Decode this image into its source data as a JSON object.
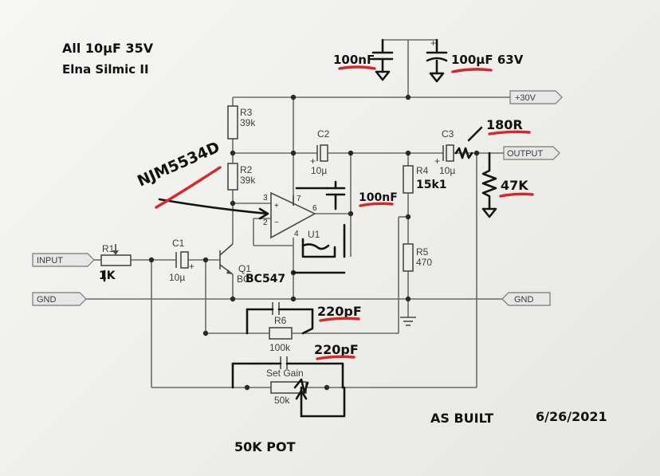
{
  "notes": {
    "caps_line1": "All 10µF 35V",
    "caps_line2": "Elna Silmic II",
    "as_built": "AS BUILT",
    "date": "6/26/2021",
    "pot": "50K POT"
  },
  "annotations": {
    "opamp": "NJM5534D",
    "c_100nf_top": "100nF",
    "c_100uf": "100µF 63V",
    "r_180": "180R",
    "r_47k": "47K",
    "c_100nf_bypass": "100nF",
    "r4_value": "15k1",
    "r1_value": "1K",
    "q1_part": "BC547",
    "c_220pf_1": "220pF",
    "c_220pf_2": "220pF"
  },
  "ports": {
    "input": "INPUT",
    "gnd_left": "GND",
    "gnd_right": "GND",
    "supply": "+30V",
    "output": "OUTPUT"
  },
  "components": {
    "r1": "R1",
    "c1": "C1",
    "c1_value": "10µ",
    "c1_plus": "+",
    "q1": "Q1",
    "q1_value": "BC",
    "r2": "R2",
    "r2_value": "39k",
    "r3": "R3",
    "r3_value": "39k",
    "c2": "C2",
    "c2_value": "10µ",
    "c2_plus": "+",
    "u1": "U1",
    "r4": "R4",
    "r5": "R5",
    "r5_value": "470",
    "c3": "C3",
    "c3_value": "10µ",
    "c3_plus": "+",
    "r6": "R6",
    "r6_value": "100k",
    "gain_label": "Set Gain",
    "gain_value": "50k",
    "cap_plus": "+"
  },
  "opamp_pins": {
    "pin3": "3",
    "pin2": "2",
    "pin7": "7",
    "pin6": "6",
    "pin4": "4",
    "plus": "+",
    "minus": "−"
  }
}
